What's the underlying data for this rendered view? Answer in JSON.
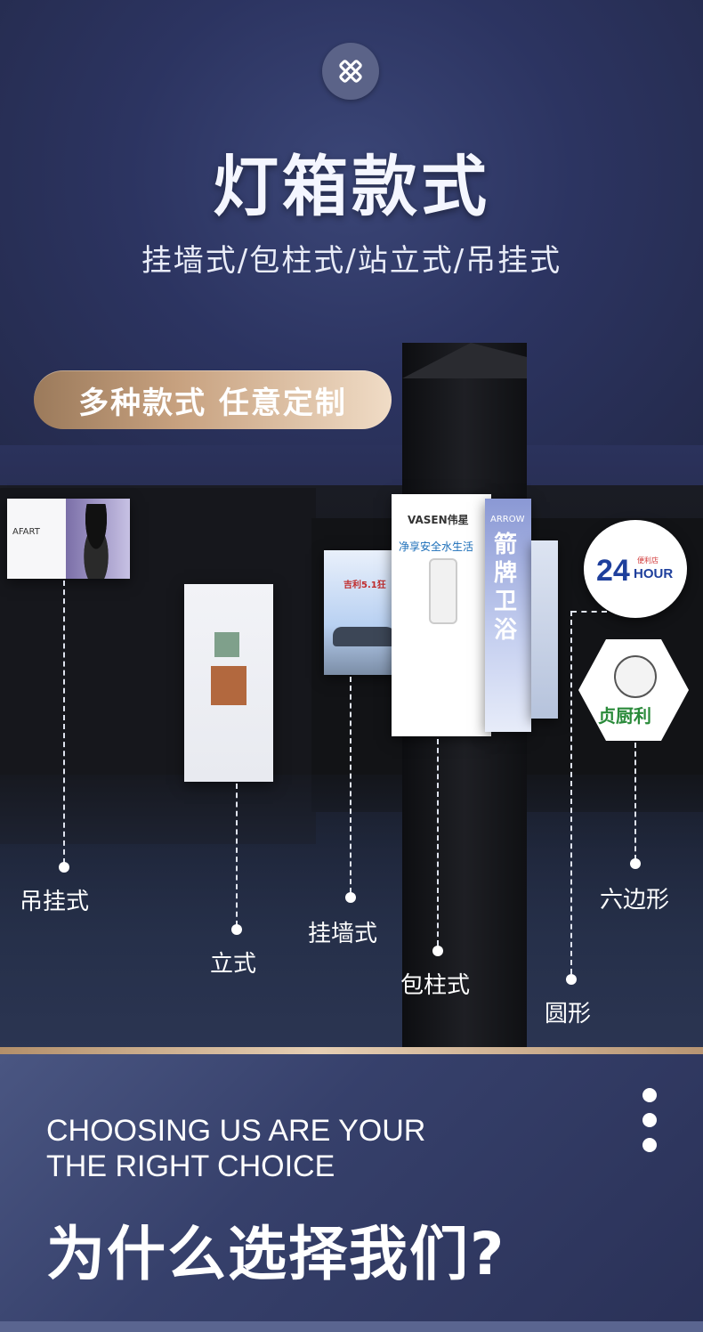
{
  "header": {
    "icon": "pencil-ruler-icon",
    "title": "灯箱款式",
    "subtitle": "挂墙式/包柱式/站立式/吊挂式",
    "pill_label": "多种款式 任意定制"
  },
  "showroom": {
    "panels": {
      "hang_brand": "AFART",
      "wall_text": "吉利5.1狂",
      "column_brand": "VASEN伟星",
      "column_slogan": "净享安全水生活",
      "column_side_brand": "ARROW",
      "column_side_text": "箭牌卫浴",
      "circle_number": "24",
      "circle_unit": "HOUR",
      "circle_tag": "便利店",
      "hex_brand": "贞厨利"
    },
    "labels": {
      "hanging": "吊挂式",
      "standing": "立式",
      "wall": "挂墙式",
      "column": "包柱式",
      "round": "圆形",
      "hexagon": "六边形"
    }
  },
  "footer": {
    "english_line1": "CHOOSING US ARE YOUR",
    "english_line2": "THE RIGHT CHOICE",
    "heading": "为什么选择我们?"
  },
  "colors": {
    "navy": "#2c3461",
    "gold": "#c7a17f",
    "text": "#ffffff"
  }
}
